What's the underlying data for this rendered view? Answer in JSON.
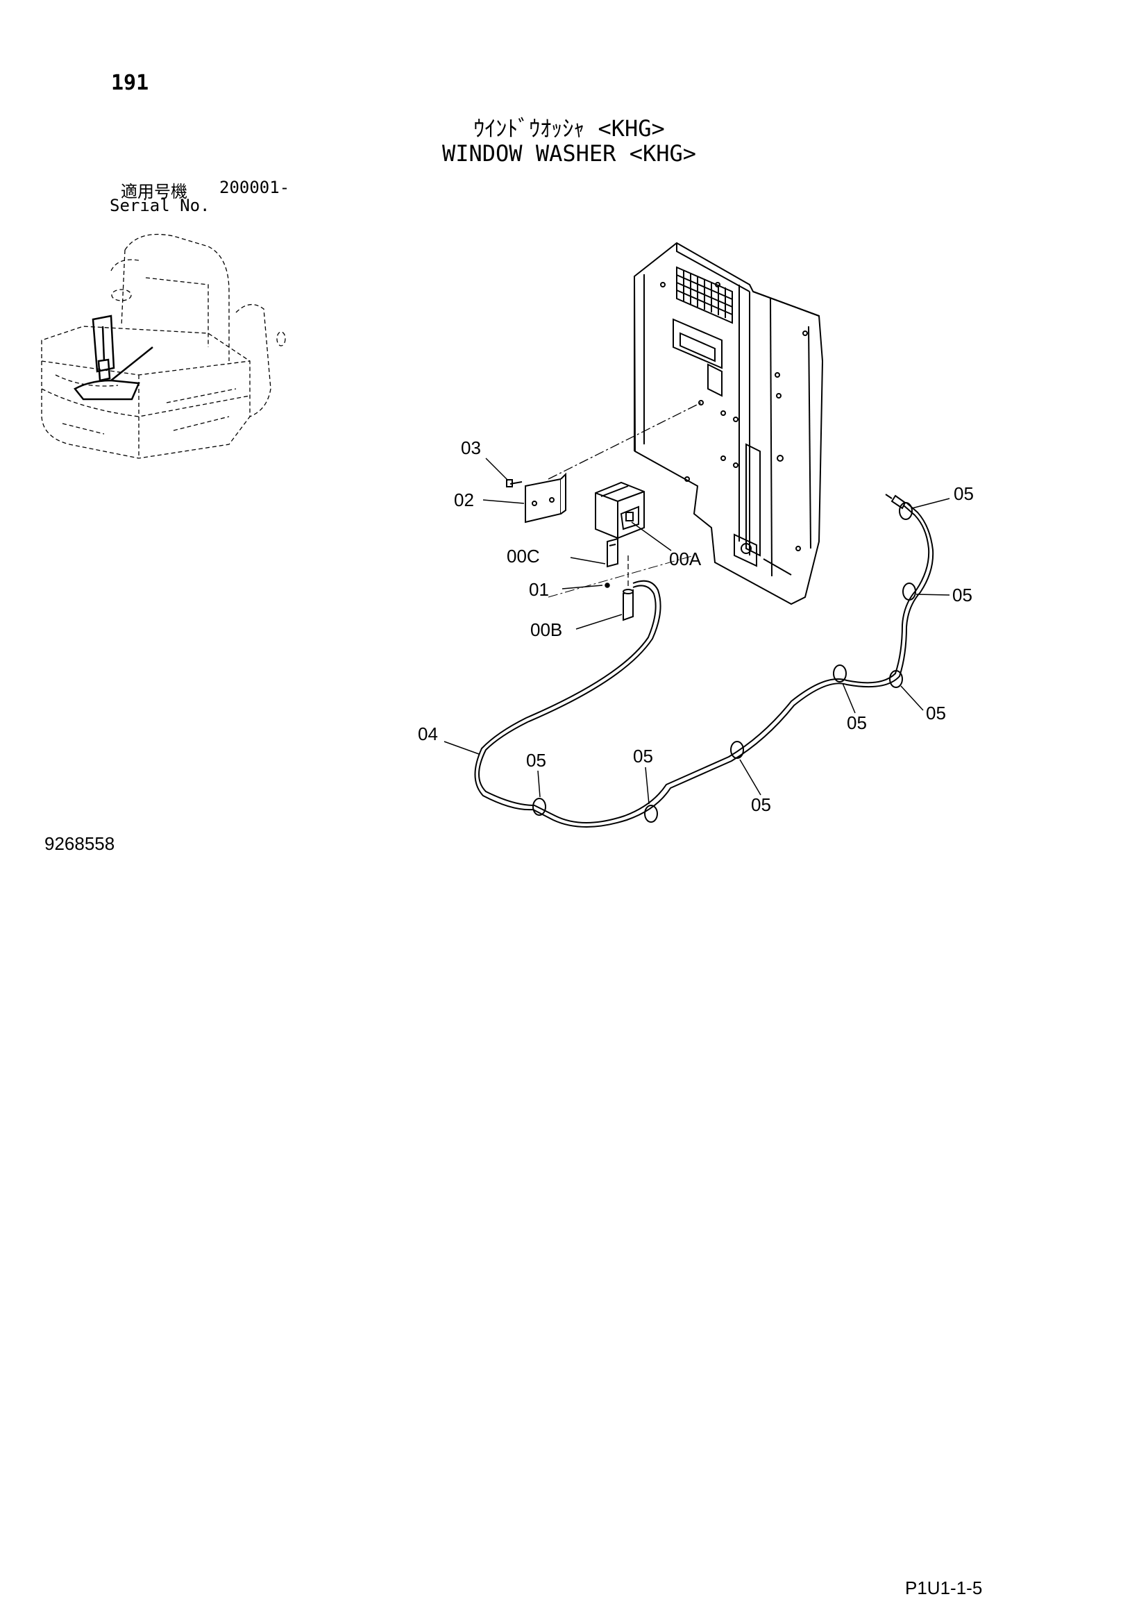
{
  "header": {
    "page_number": "191",
    "title_jp": "ｳｲﾝﾄﾞｳｵｯｼｬ <KHG>",
    "title_en": "WINDOW WASHER <KHG>"
  },
  "serial": {
    "label_jp": "適用号機",
    "label_en": "Serial No.",
    "value": "200001-"
  },
  "callouts": {
    "c03": "03",
    "c02": "02",
    "c00c": "00C",
    "c01": "01",
    "c00b": "00B",
    "c00a": "00A",
    "c04": "04",
    "c05": "05"
  },
  "footer": {
    "drawing_number": "9268558",
    "page_code": "P1U1-1-5"
  }
}
